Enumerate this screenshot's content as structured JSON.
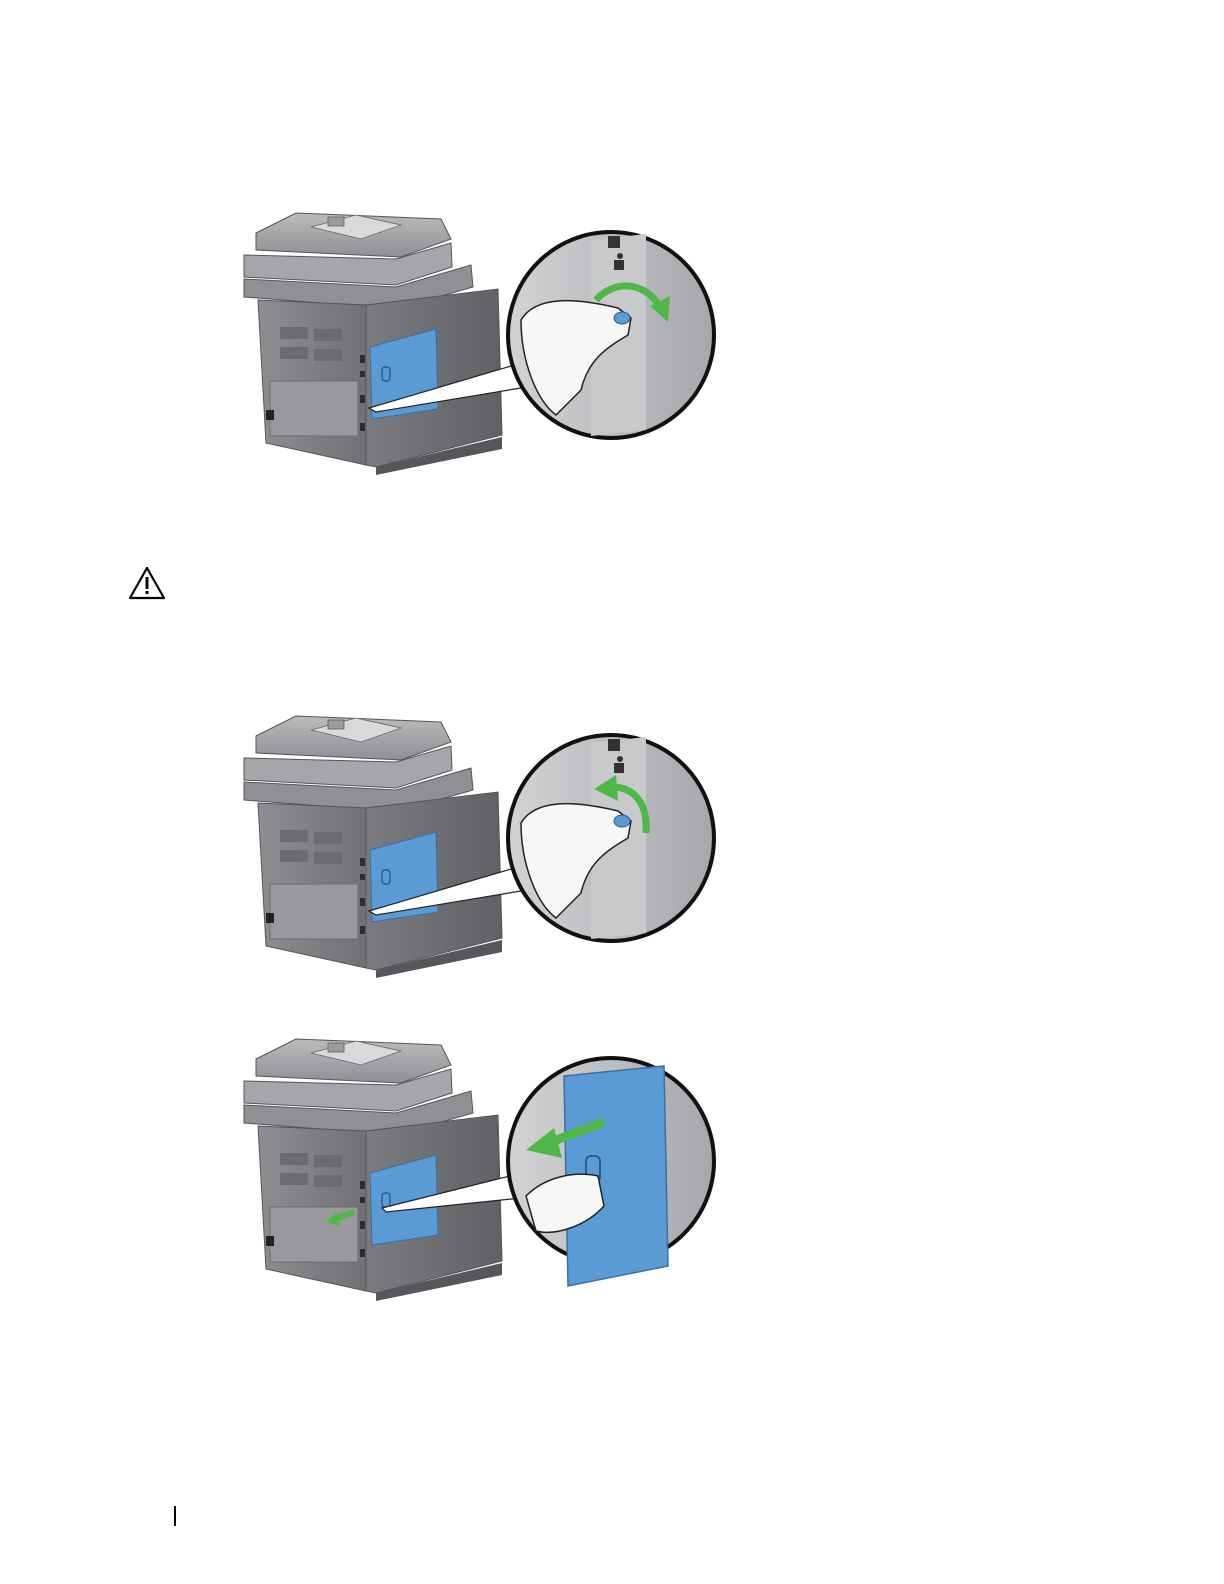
{
  "page": {
    "figures": [
      {
        "id": "fig1",
        "action": "rotate-latch-clockwise"
      },
      {
        "id": "fig2",
        "action": "rotate-latch-counterclockwise"
      },
      {
        "id": "fig3",
        "action": "pull-cover-out"
      }
    ],
    "icons": {
      "caution": "warning-triangle-icon"
    },
    "colors": {
      "accent_blue": "#5b9bd5",
      "arrow_green": "#4fb848",
      "printer_gray": "#7d7f82"
    }
  }
}
